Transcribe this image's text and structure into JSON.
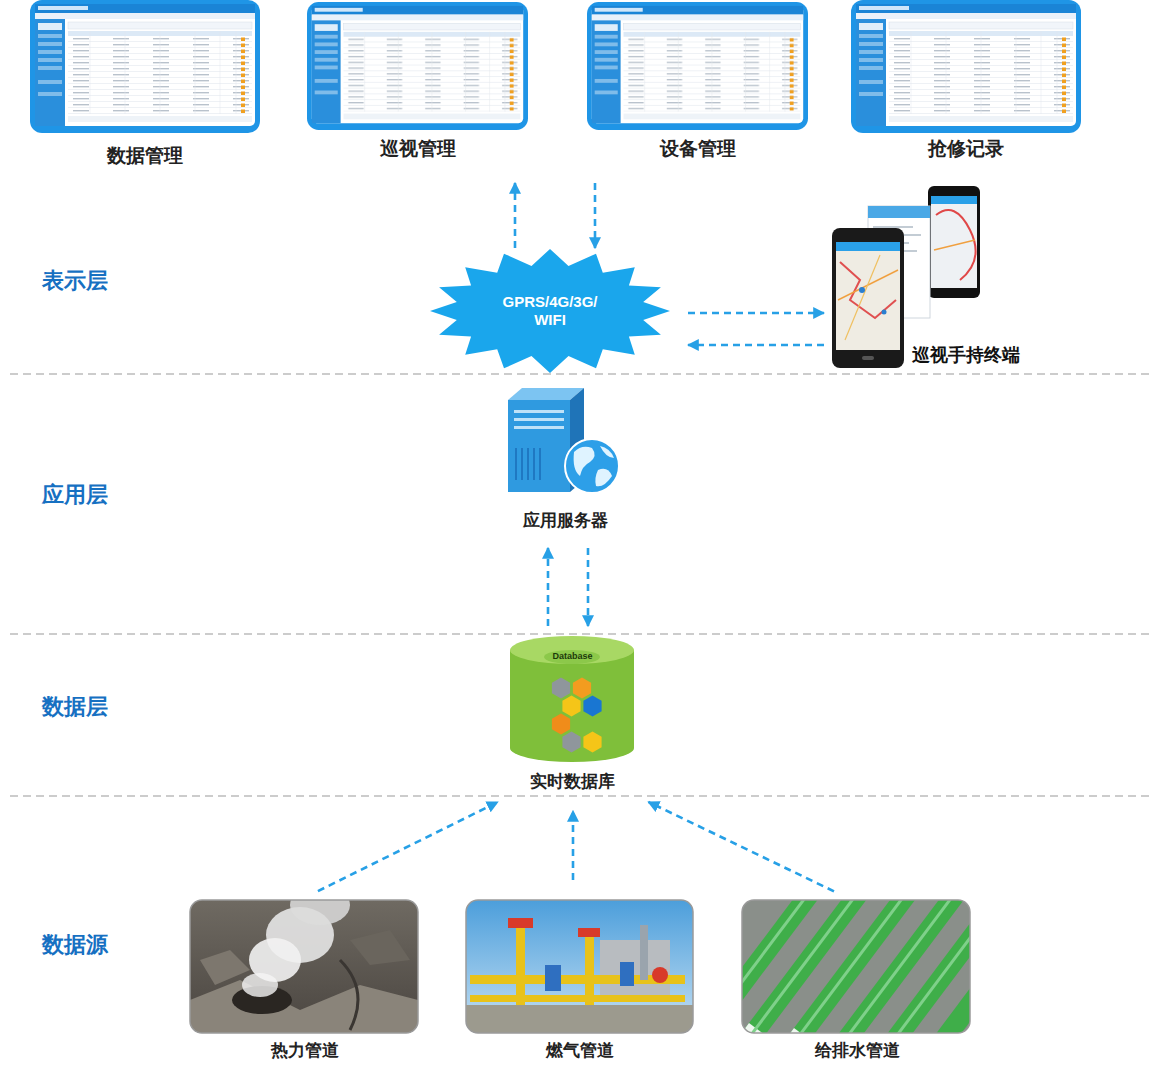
{
  "diagram": {
    "nodes": [
      {
        "text": [
          "数据管理"
        ]
      },
      {
        "text": [
          "巡视管理"
        ]
      },
      {
        "text": [
          "设备管理"
        ]
      },
      {
        "text": [
          "抢修记录"
        ]
      },
      {
        "text": [
          "GPRS/4G/3G/ WIFI"
        ]
      },
      {
        "text": [
          "巡视手持终端"
        ]
      },
      {
        "text": [
          "应用服务器"
        ]
      },
      {
        "text": [
          "Database",
          "实时数据库"
        ]
      },
      {
        "text": [
          "热力管道"
        ]
      },
      {
        "text": [
          "燃气管道"
        ]
      },
      {
        "text": [
          "给排水管道"
        ]
      }
    ],
    "edges": [
      {
        "from": 4,
        "to": 1,
        "arrow": "to"
      },
      {
        "from": 2,
        "to": 4,
        "arrow": "to"
      },
      {
        "from": 4,
        "to": 5,
        "arrow": "to"
      },
      {
        "from": 5,
        "to": 4,
        "arrow": "to"
      },
      {
        "from": 7,
        "to": 6,
        "arrow": "to"
      },
      {
        "from": 6,
        "to": 7,
        "arrow": "to"
      },
      {
        "from": 8,
        "to": 7,
        "arrow": "to"
      },
      {
        "from": 9,
        "to": 7,
        "arrow": "to"
      },
      {
        "from": 10,
        "to": 7,
        "arrow": "to"
      }
    ],
    "labels": [
      "表示层",
      "应用层",
      "数据层",
      "数据源"
    ]
  }
}
